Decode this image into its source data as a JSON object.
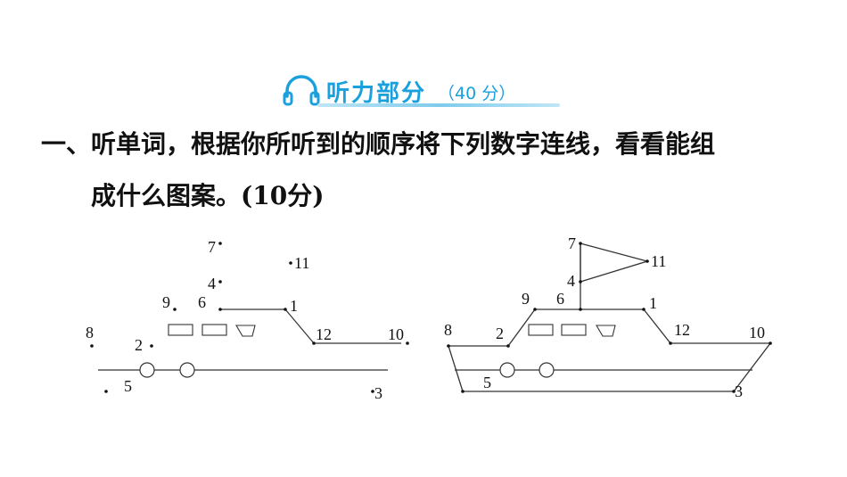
{
  "section_header": {
    "title": "听力部分",
    "score": "（40 分）",
    "icon": "headphones-icon",
    "color": "#1aa0dc"
  },
  "question": {
    "line1": "一、听单词，根据你所听到的顺序将下列数字连线，看看能组",
    "line2_text": "成什么图案。",
    "line2_score": "(10分)"
  },
  "left_figure": {
    "labels": [
      "7",
      "11",
      "4",
      "9",
      "6",
      "1",
      "12",
      "10",
      "8",
      "2",
      "5",
      "3"
    ]
  },
  "right_figure": {
    "labels": [
      "7",
      "11",
      "4",
      "9",
      "6",
      "1",
      "12",
      "10",
      "8",
      "2",
      "5",
      "3"
    ]
  }
}
